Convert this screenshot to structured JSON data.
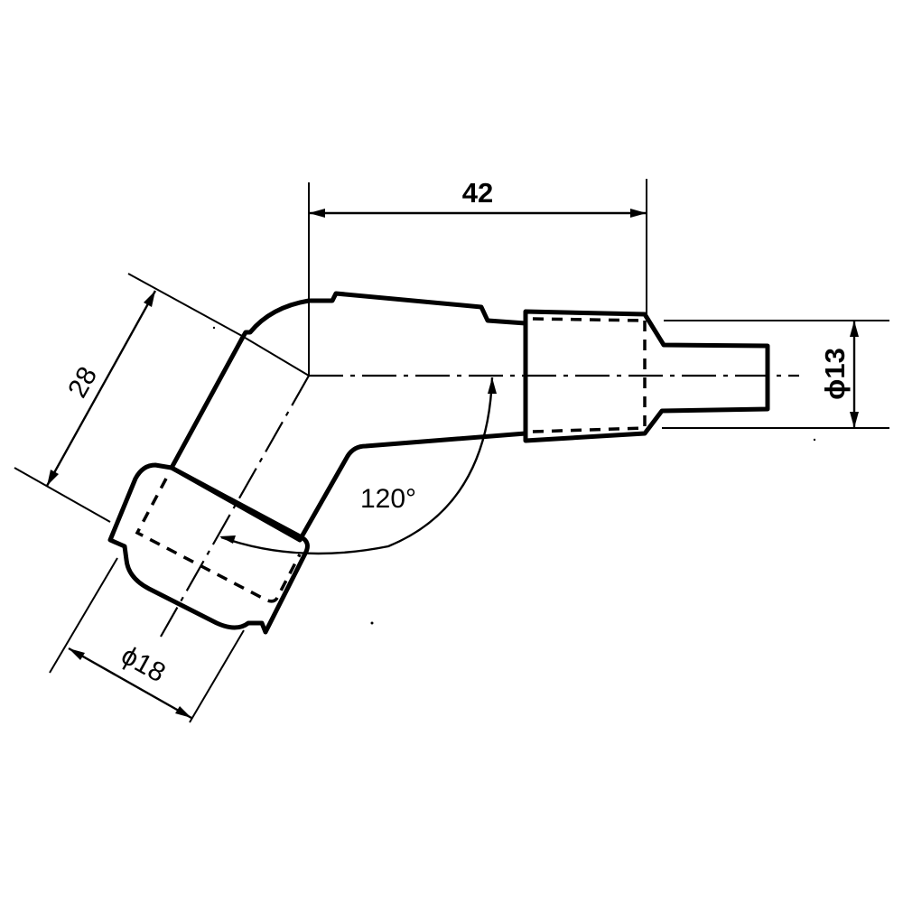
{
  "drawing": {
    "subject": "120° angled spark plug connector",
    "colors": {
      "ink": "#000000",
      "background": "#ffffff"
    },
    "dimensions": {
      "length": {
        "label": "42"
      },
      "cable_diameter": {
        "label": "ϕ13"
      },
      "leg_length": {
        "label": "28"
      },
      "plug_diameter": {
        "label": "ϕ18"
      },
      "angle": {
        "label": "120°"
      }
    }
  }
}
